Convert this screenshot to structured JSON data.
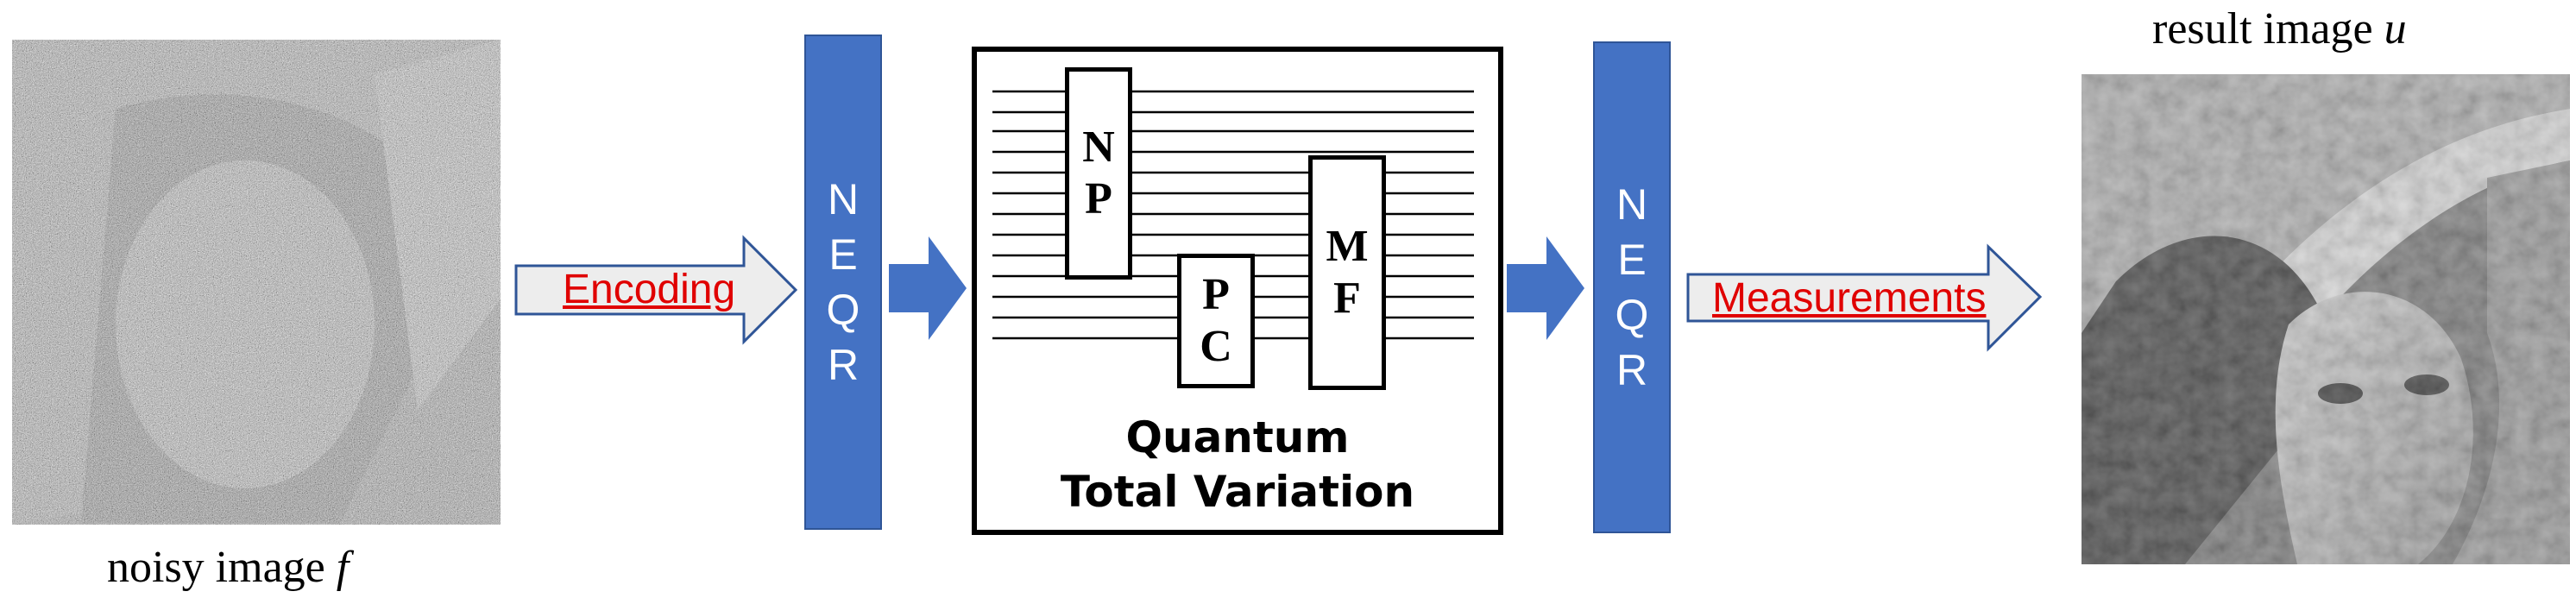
{
  "input_image": {
    "caption_text": "noisy image ",
    "caption_var": "f"
  },
  "output_image": {
    "caption_text": "result image ",
    "caption_var": "u"
  },
  "encoding_label": "Encoding",
  "measurements_label": "Measurements",
  "neqr_left": [
    "N",
    "E",
    "Q",
    "R"
  ],
  "neqr_right": [
    "N",
    "E",
    "Q",
    "R"
  ],
  "qtv": {
    "title_line1": "Quantum",
    "title_line2": "Total Variation",
    "gate_np": [
      "N",
      "P"
    ],
    "gate_pc": [
      "P",
      "C"
    ],
    "gate_mf": [
      "M",
      "F"
    ]
  },
  "colors": {
    "neqr_fill": "#4472c4",
    "arrow_fill": "#4472c4",
    "outline_arrow_fill": "#ededed",
    "outline_arrow_stroke": "#2f5597",
    "label_red": "#e00000"
  }
}
